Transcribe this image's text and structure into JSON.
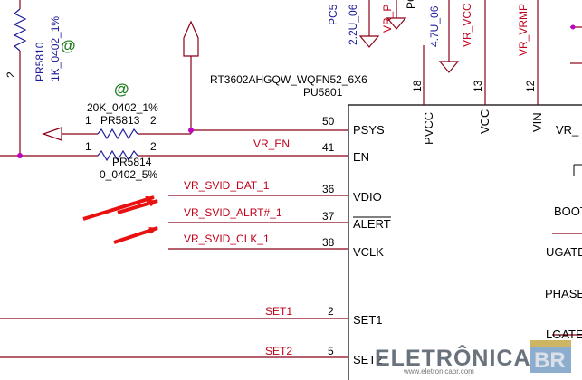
{
  "ic": {
    "part": "RT3602AHGQW_WQFN52_6X6",
    "ref": "PU5801"
  },
  "resistors": {
    "pr5810": {
      "ref": "PR5810",
      "value": "1K_0402_1%",
      "pin": "2"
    },
    "pr5813": {
      "ref": "PR5813",
      "value": "20K_0402_1%",
      "pin1": "1",
      "pin2": "2"
    },
    "pr5814": {
      "ref": "PR5814",
      "value": "0_0402_5%",
      "pin1": "1",
      "pin2": "2"
    },
    "at_mark": "@"
  },
  "top_parts": {
    "pc5_ref": "PC5",
    "pc5_value": "2.2U_06",
    "vrp_net": "VR_P",
    "pc_ref": "PC",
    "pc_value": "4.7U_06",
    "vrvc_net": "VR_VCC",
    "vrvrmp_net": "VR_VRMP"
  },
  "pins": {
    "psys": {
      "name": "PSYS",
      "num": "50"
    },
    "en": {
      "name": "EN",
      "num": "41",
      "net": "VR_EN"
    },
    "vdio": {
      "name": "VDIO",
      "num": "36",
      "net": "VR_SVID_DAT_1"
    },
    "alert": {
      "name": "ALERT",
      "num": "37",
      "net": "VR_SVID_ALRT#_1"
    },
    "vclk": {
      "name": "VCLK",
      "num": "38",
      "net": "VR_SVID_CLK_1"
    },
    "set1": {
      "name": "SET1",
      "num": "2",
      "net": "SET1"
    },
    "set2": {
      "name": "SET2",
      "num": "5",
      "net": "SET2"
    },
    "pvcc": {
      "name": "PVCC",
      "num": "18"
    },
    "vcc": {
      "name": "VCC",
      "num": "13"
    },
    "vin": {
      "name": "VIN",
      "num": "12"
    }
  },
  "right_labels": {
    "vr": "VR_",
    "boot": "BOOT",
    "ugate": "UGATE",
    "phase": "PHASE",
    "lgate": "LGATE"
  },
  "watermark": {
    "brand": "ELETRÔNICA",
    "badge": "BR",
    "url": "www.eletronicabr.com"
  },
  "colors": {
    "wire": "#8b0018",
    "net_label": "#c0001b",
    "text": "#1a1a9a",
    "arrow": "#e81010",
    "at": "#1e7d1e"
  }
}
